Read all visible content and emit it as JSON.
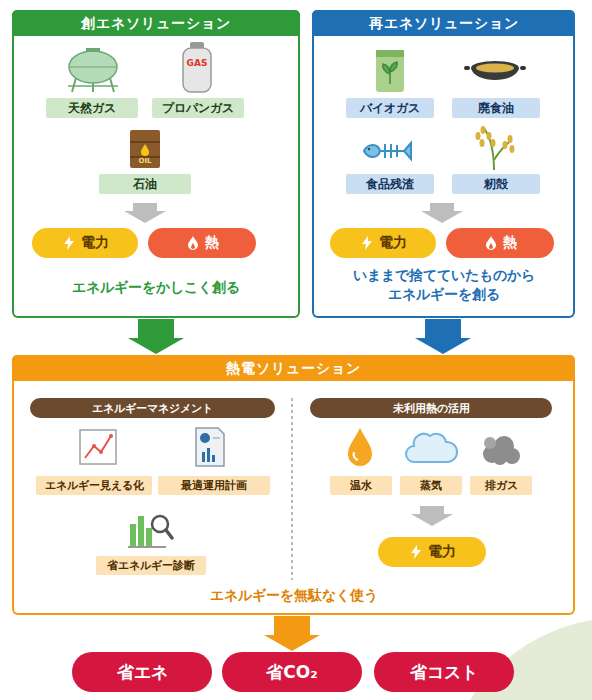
{
  "diagram": {
    "nodes": [
      {
        "text": [
          "創エネソリューション",
          "エネルギーをかしこく創る"
        ]
      },
      {
        "text": [
          "天然ガス"
        ],
        "in": 0
      },
      {
        "text": [
          "プロパンガス"
        ],
        "in": 0
      },
      {
        "text": [
          "石油"
        ],
        "in": 0
      },
      {
        "text": [
          "電力"
        ],
        "in": 0
      },
      {
        "text": [
          "熱"
        ],
        "in": 0
      },
      {
        "text": [
          "再エネソリューション",
          "いままで捨てていたものから エネルギーを創る"
        ]
      },
      {
        "text": [
          "バイオガス"
        ],
        "in": 6
      },
      {
        "text": [
          "廃食油"
        ],
        "in": 6
      },
      {
        "text": [
          "食品残渣"
        ],
        "in": 6
      },
      {
        "text": [
          "籾殻"
        ],
        "in": 6
      },
      {
        "text": [
          "電力"
        ],
        "in": 6
      },
      {
        "text": [
          "熱"
        ],
        "in": 6
      },
      {
        "text": [
          "熱電ソリューション",
          "エネルギーを無駄なく使う"
        ]
      },
      {
        "text": [
          "エネルギーマネジメント"
        ],
        "in": 13
      },
      {
        "text": [
          "エネルギー見える化"
        ],
        "in": 13
      },
      {
        "text": [
          "最適運用計画"
        ],
        "in": 13
      },
      {
        "text": [
          "省エネルギー診断"
        ],
        "in": 13
      },
      {
        "text": [
          "未利用熱の活用"
        ],
        "in": 13
      },
      {
        "text": [
          "温水"
        ],
        "in": 13
      },
      {
        "text": [
          "蒸気"
        ],
        "in": 13
      },
      {
        "text": [
          "排ガス"
        ],
        "in": 13
      },
      {
        "text": [
          "電力"
        ],
        "in": 13
      },
      {
        "text": [
          "省エネ"
        ]
      },
      {
        "text": [
          "省CO₂"
        ]
      },
      {
        "text": [
          "省コスト"
        ]
      }
    ],
    "edges": [
      {
        "from": 0,
        "to": 13,
        "arrow": "to"
      },
      {
        "from": 6,
        "to": 13,
        "arrow": "to"
      },
      {
        "from": 13,
        "to": 24,
        "arrow": "to"
      }
    ],
    "labels": [
      "GAS",
      "OIL"
    ]
  }
}
